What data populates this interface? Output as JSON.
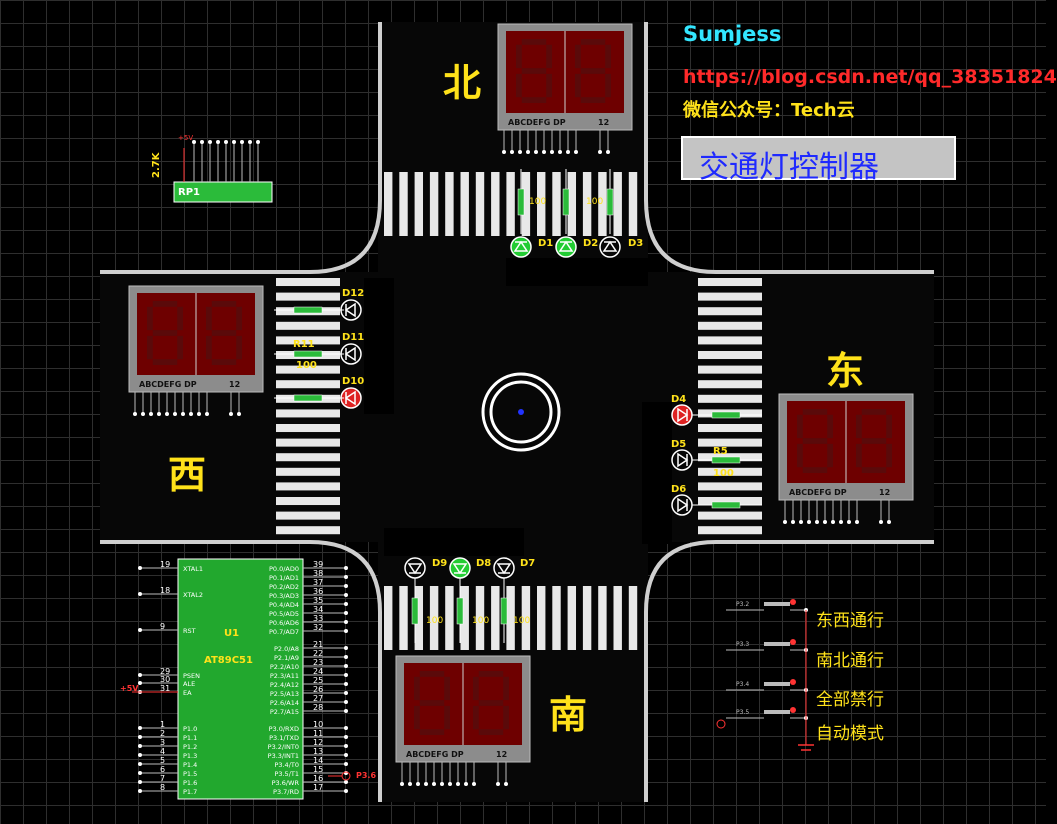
{
  "header": {
    "author": "Sumjess",
    "url": "https://blog.csdn.net/qq_38351824",
    "wechat": "微信公众号：Tech云",
    "title": "交通灯控制器"
  },
  "directions": {
    "north": "北",
    "south": "南",
    "east": "东",
    "west": "西"
  },
  "displays": {
    "segment_labels": "ABCDEFG DP",
    "digit_labels": "12"
  },
  "mcu": {
    "ref": "U1",
    "part": "AT89C51",
    "left_pins": [
      "XTAL1",
      "XTAL2",
      "RST",
      "PSEN",
      "ALE",
      "EA",
      "P1.0",
      "P1.1",
      "P1.2",
      "P1.3",
      "P1.4",
      "P1.5",
      "P1.6",
      "P1.7"
    ],
    "left_nums": [
      "19",
      "18",
      "9",
      "29",
      "30",
      "31",
      "1",
      "2",
      "3",
      "4",
      "5",
      "6",
      "7",
      "8"
    ],
    "right_pins": [
      "P0.0/AD0",
      "P0.1/AD1",
      "P0.2/AD2",
      "P0.3/AD3",
      "P0.4/AD4",
      "P0.5/AD5",
      "P0.6/AD6",
      "P0.7/AD7",
      "P2.0/A8",
      "P2.1/A9",
      "P2.2/A10",
      "P2.3/A11",
      "P2.4/A12",
      "P2.5/A13",
      "P2.6/A14",
      "P2.7/A15",
      "P3.0/RXD",
      "P3.1/TXD",
      "P3.2/INT0",
      "P3.3/INT1",
      "P3.4/T0",
      "P3.5/T1",
      "P3.6/WR",
      "P3.7/RD"
    ],
    "right_nums": [
      "39",
      "38",
      "37",
      "36",
      "35",
      "34",
      "33",
      "32",
      "21",
      "22",
      "23",
      "24",
      "25",
      "26",
      "27",
      "28",
      "10",
      "11",
      "12",
      "13",
      "14",
      "15",
      "16",
      "17"
    ]
  },
  "rp1": {
    "ref": "RP1",
    "value": "2.7K",
    "supply": "+5V"
  },
  "leds": {
    "north": [
      {
        "ref": "D1",
        "color": "#22cc33"
      },
      {
        "ref": "D2",
        "color": "#22cc33"
      },
      {
        "ref": "D3",
        "color": ""
      }
    ],
    "south": [
      {
        "ref": "D9",
        "color": ""
      },
      {
        "ref": "D8",
        "color": "#22cc33"
      },
      {
        "ref": "D7",
        "color": ""
      }
    ],
    "west": [
      {
        "ref": "D12",
        "color": ""
      },
      {
        "ref": "D11",
        "color": ""
      },
      {
        "ref": "D10",
        "color": "#dd2222"
      }
    ],
    "east": [
      {
        "ref": "D4",
        "color": "#dd2222"
      },
      {
        "ref": "D5",
        "color": ""
      },
      {
        "ref": "D6",
        "color": ""
      }
    ]
  },
  "resistors": {
    "west_ref": "R11",
    "west_val": "100",
    "east_ref": "R5",
    "east_val": "100",
    "value": "100"
  },
  "switches": [
    {
      "label": "东西通行",
      "net": "P3.2"
    },
    {
      "label": "南北通行",
      "net": "P3.3"
    },
    {
      "label": "全部禁行",
      "net": "P3.4"
    },
    {
      "label": "自动模式",
      "net": "P3.5"
    }
  ],
  "nets": {
    "p36": "P3.6",
    "vcc": "+5V"
  }
}
